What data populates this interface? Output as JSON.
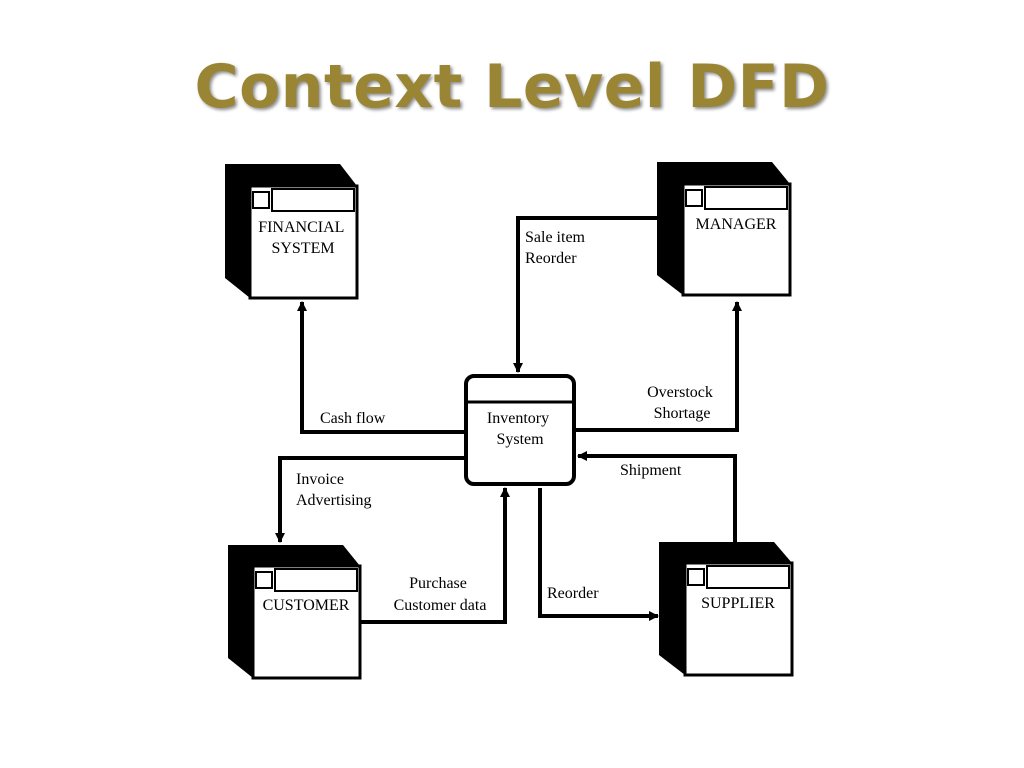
{
  "title": "Context Level DFD",
  "colors": {
    "title": "#9a8534",
    "line": "#000000",
    "background": "#ffffff"
  },
  "entities": {
    "financial": [
      "FINANCIAL",
      "SYSTEM"
    ],
    "manager": [
      "MANAGER"
    ],
    "customer": [
      "CUSTOMER"
    ],
    "supplier": [
      "SUPPLIER"
    ]
  },
  "process": [
    "Inventory",
    "System"
  ],
  "flows": {
    "sale_reorder": [
      "Sale item",
      "Reorder"
    ],
    "cash_flow": [
      "Cash flow"
    ],
    "overstock_shortage": [
      "Overstock",
      "Shortage"
    ],
    "invoice_advertising": [
      "Invoice",
      "Advertising"
    ],
    "shipment": [
      "Shipment"
    ],
    "purchase_customer": [
      "Purchase",
      "Customer data"
    ],
    "reorder_supplier": [
      "Reorder"
    ]
  }
}
